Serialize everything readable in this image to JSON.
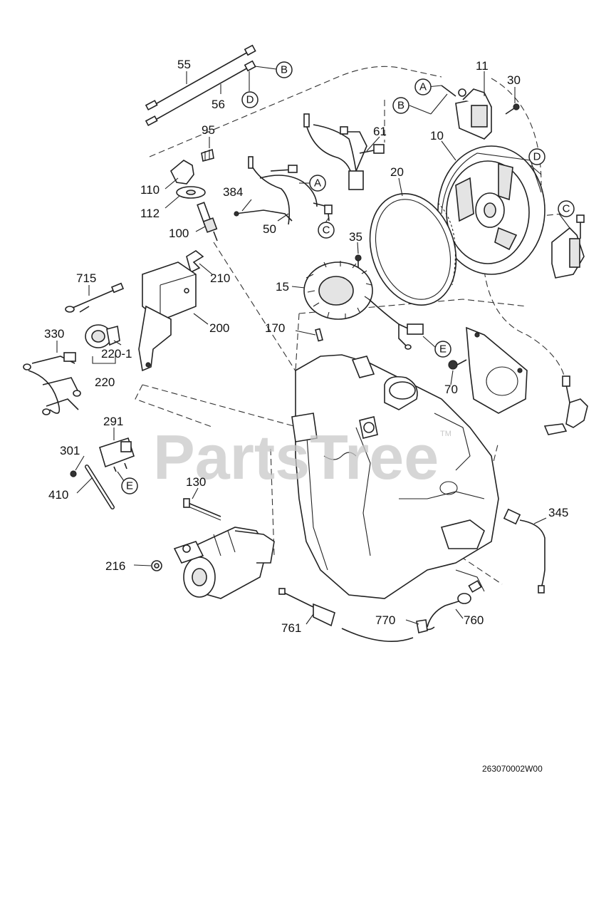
{
  "watermark": "PartsTree",
  "watermark_tm": "TM",
  "diagram_code": "263070002W00",
  "callouts": [
    {
      "id": "55",
      "text": "55"
    },
    {
      "id": "56",
      "text": "56"
    },
    {
      "id": "11",
      "text": "11"
    },
    {
      "id": "30",
      "text": "30"
    },
    {
      "id": "95",
      "text": "95"
    },
    {
      "id": "61",
      "text": "61"
    },
    {
      "id": "10",
      "text": "10"
    },
    {
      "id": "20",
      "text": "20"
    },
    {
      "id": "110",
      "text": "110"
    },
    {
      "id": "384",
      "text": "384"
    },
    {
      "id": "112",
      "text": "112"
    },
    {
      "id": "50",
      "text": "50"
    },
    {
      "id": "100",
      "text": "100"
    },
    {
      "id": "35",
      "text": "35"
    },
    {
      "id": "210",
      "text": "210"
    },
    {
      "id": "715",
      "text": "715"
    },
    {
      "id": "15",
      "text": "15"
    },
    {
      "id": "200",
      "text": "200"
    },
    {
      "id": "170",
      "text": "170"
    },
    {
      "id": "330",
      "text": "330"
    },
    {
      "id": "220-1",
      "text": "220-1"
    },
    {
      "id": "220",
      "text": "220"
    },
    {
      "id": "70",
      "text": "70"
    },
    {
      "id": "291",
      "text": "291"
    },
    {
      "id": "301",
      "text": "301"
    },
    {
      "id": "410",
      "text": "410"
    },
    {
      "id": "130",
      "text": "130"
    },
    {
      "id": "345",
      "text": "345"
    },
    {
      "id": "216",
      "text": "216"
    },
    {
      "id": "770",
      "text": "770"
    },
    {
      "id": "760",
      "text": "760"
    },
    {
      "id": "761",
      "text": "761"
    }
  ],
  "connectors": {
    "A": "A",
    "B": "B",
    "C": "C",
    "D": "D",
    "E": "E"
  }
}
